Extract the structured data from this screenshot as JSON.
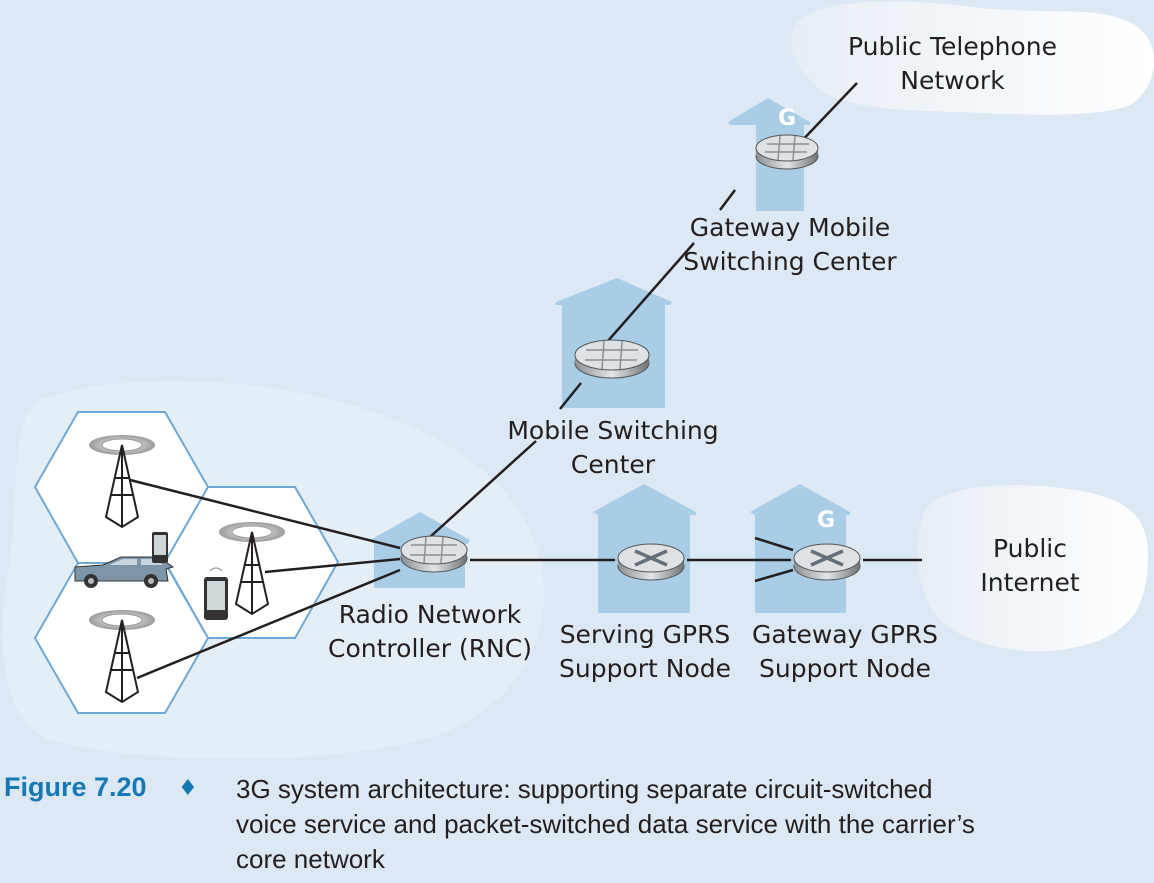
{
  "figure": {
    "number": "Figure 7.20",
    "separator": "♦",
    "caption_lines": [
      "3G system architecture: supporting separate circuit-switched",
      "voice service and packet-switched data service with the carrier’s",
      "core network"
    ]
  },
  "nodes": {
    "rnc": {
      "label_lines": [
        "Radio Network",
        "Controller (RNC)"
      ],
      "icon": "router-icon"
    },
    "msc": {
      "label_lines": [
        "Mobile Switching",
        "Center"
      ],
      "icon": "router-icon"
    },
    "gmsc": {
      "label_lines": [
        "Gateway Mobile",
        "Switching Center"
      ],
      "icon": "router-icon",
      "badge": "G"
    },
    "sgsn": {
      "label_lines": [
        "Serving GPRS",
        "Support Node"
      ],
      "icon": "switch-icon"
    },
    "ggsn": {
      "label_lines": [
        "Gateway GPRS",
        "Support Node"
      ],
      "icon": "switch-icon",
      "badge": "G"
    }
  },
  "clouds": {
    "telephone": {
      "label_lines": [
        "Public Telephone",
        "Network"
      ]
    },
    "internet": {
      "label_lines": [
        "Public",
        "Internet"
      ]
    }
  },
  "radio_access": {
    "cells": 3,
    "towers": [
      "cell-tower-icon",
      "cell-tower-icon",
      "cell-tower-icon"
    ],
    "devices": [
      "car-icon",
      "smartphone-icon",
      "smartphone-icon"
    ]
  },
  "colors": {
    "background": "#dce9f4",
    "building": "#a9cde6",
    "cell_border": "#6fa8d4",
    "caption_accent": "#1678b4",
    "line": "#231f20"
  }
}
